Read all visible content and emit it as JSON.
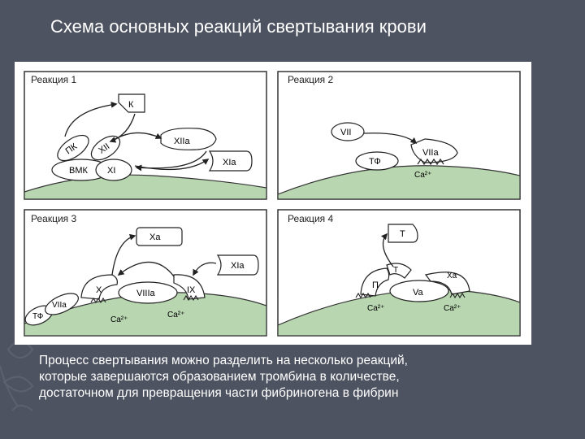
{
  "title": "Схема основных реакций свертывания крови",
  "caption_lines": [
    "Процесс свертывания можно разделить на несколько реакций,",
    "которые завершаются образованием тромбина в количестве,",
    "достаточном для превращения части фибриногена в фибрин"
  ],
  "panels": [
    {
      "title": "Реакция 1",
      "labels": {
        "k": "К",
        "pk": "ПК",
        "xii": "XII",
        "bmk": "ВМК",
        "xi": "XI",
        "xiia": "XIIa",
        "xia": "XIa"
      }
    },
    {
      "title": "Реакция 2",
      "labels": {
        "vii": "VII",
        "tf": "ТФ",
        "viia": "VIIa",
        "ca": "Ca²⁺"
      }
    },
    {
      "title": "Реакция 3",
      "labels": {
        "xa": "Xa",
        "xia": "XIa",
        "x": "X",
        "ix": "IX",
        "viiia": "VIIIa",
        "tf": "ТФ",
        "viia": "VIIa",
        "ca1": "Ca²⁺",
        "ca2": "Ca²⁺"
      }
    },
    {
      "title": "Реакция 4",
      "labels": {
        "t": "Т",
        "p": "П",
        "t2": "Т",
        "xa": "Xa",
        "va": "Va",
        "ca1": "Ca²⁺",
        "ca2": "Ca²⁺"
      }
    }
  ]
}
